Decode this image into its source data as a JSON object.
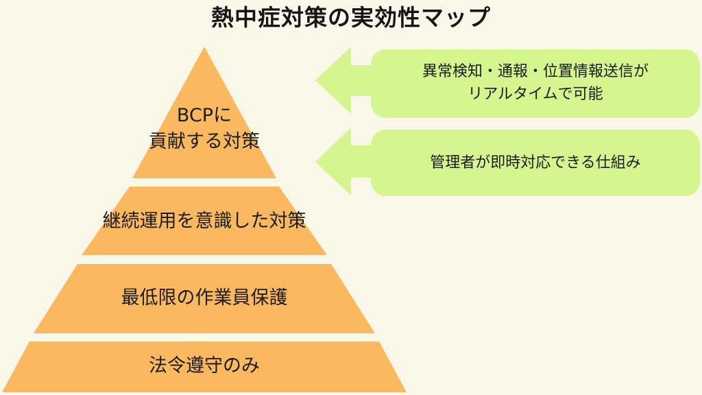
{
  "title": "熱中症対策の実効性マップ",
  "pyramid": {
    "tiers": [
      {
        "lines": [
          "BCPに",
          "貢献する対策"
        ]
      },
      {
        "lines": [
          "継続運用を意識した対策"
        ]
      },
      {
        "lines": [
          "最低限の作業員保護"
        ]
      },
      {
        "lines": [
          "法令遵守のみ"
        ]
      }
    ]
  },
  "callouts": [
    {
      "lines": [
        "異常検知・通報・位置情報送信が",
        "リアルタイムで可能"
      ]
    },
    {
      "lines": [
        "管理者が即時対応できる仕組み"
      ]
    }
  ],
  "colors": {
    "background": "#f9f7e8",
    "pyramid_fill": "#fbb95f",
    "callout_fill": "#d5f58e",
    "text": "#1c1c1c"
  }
}
